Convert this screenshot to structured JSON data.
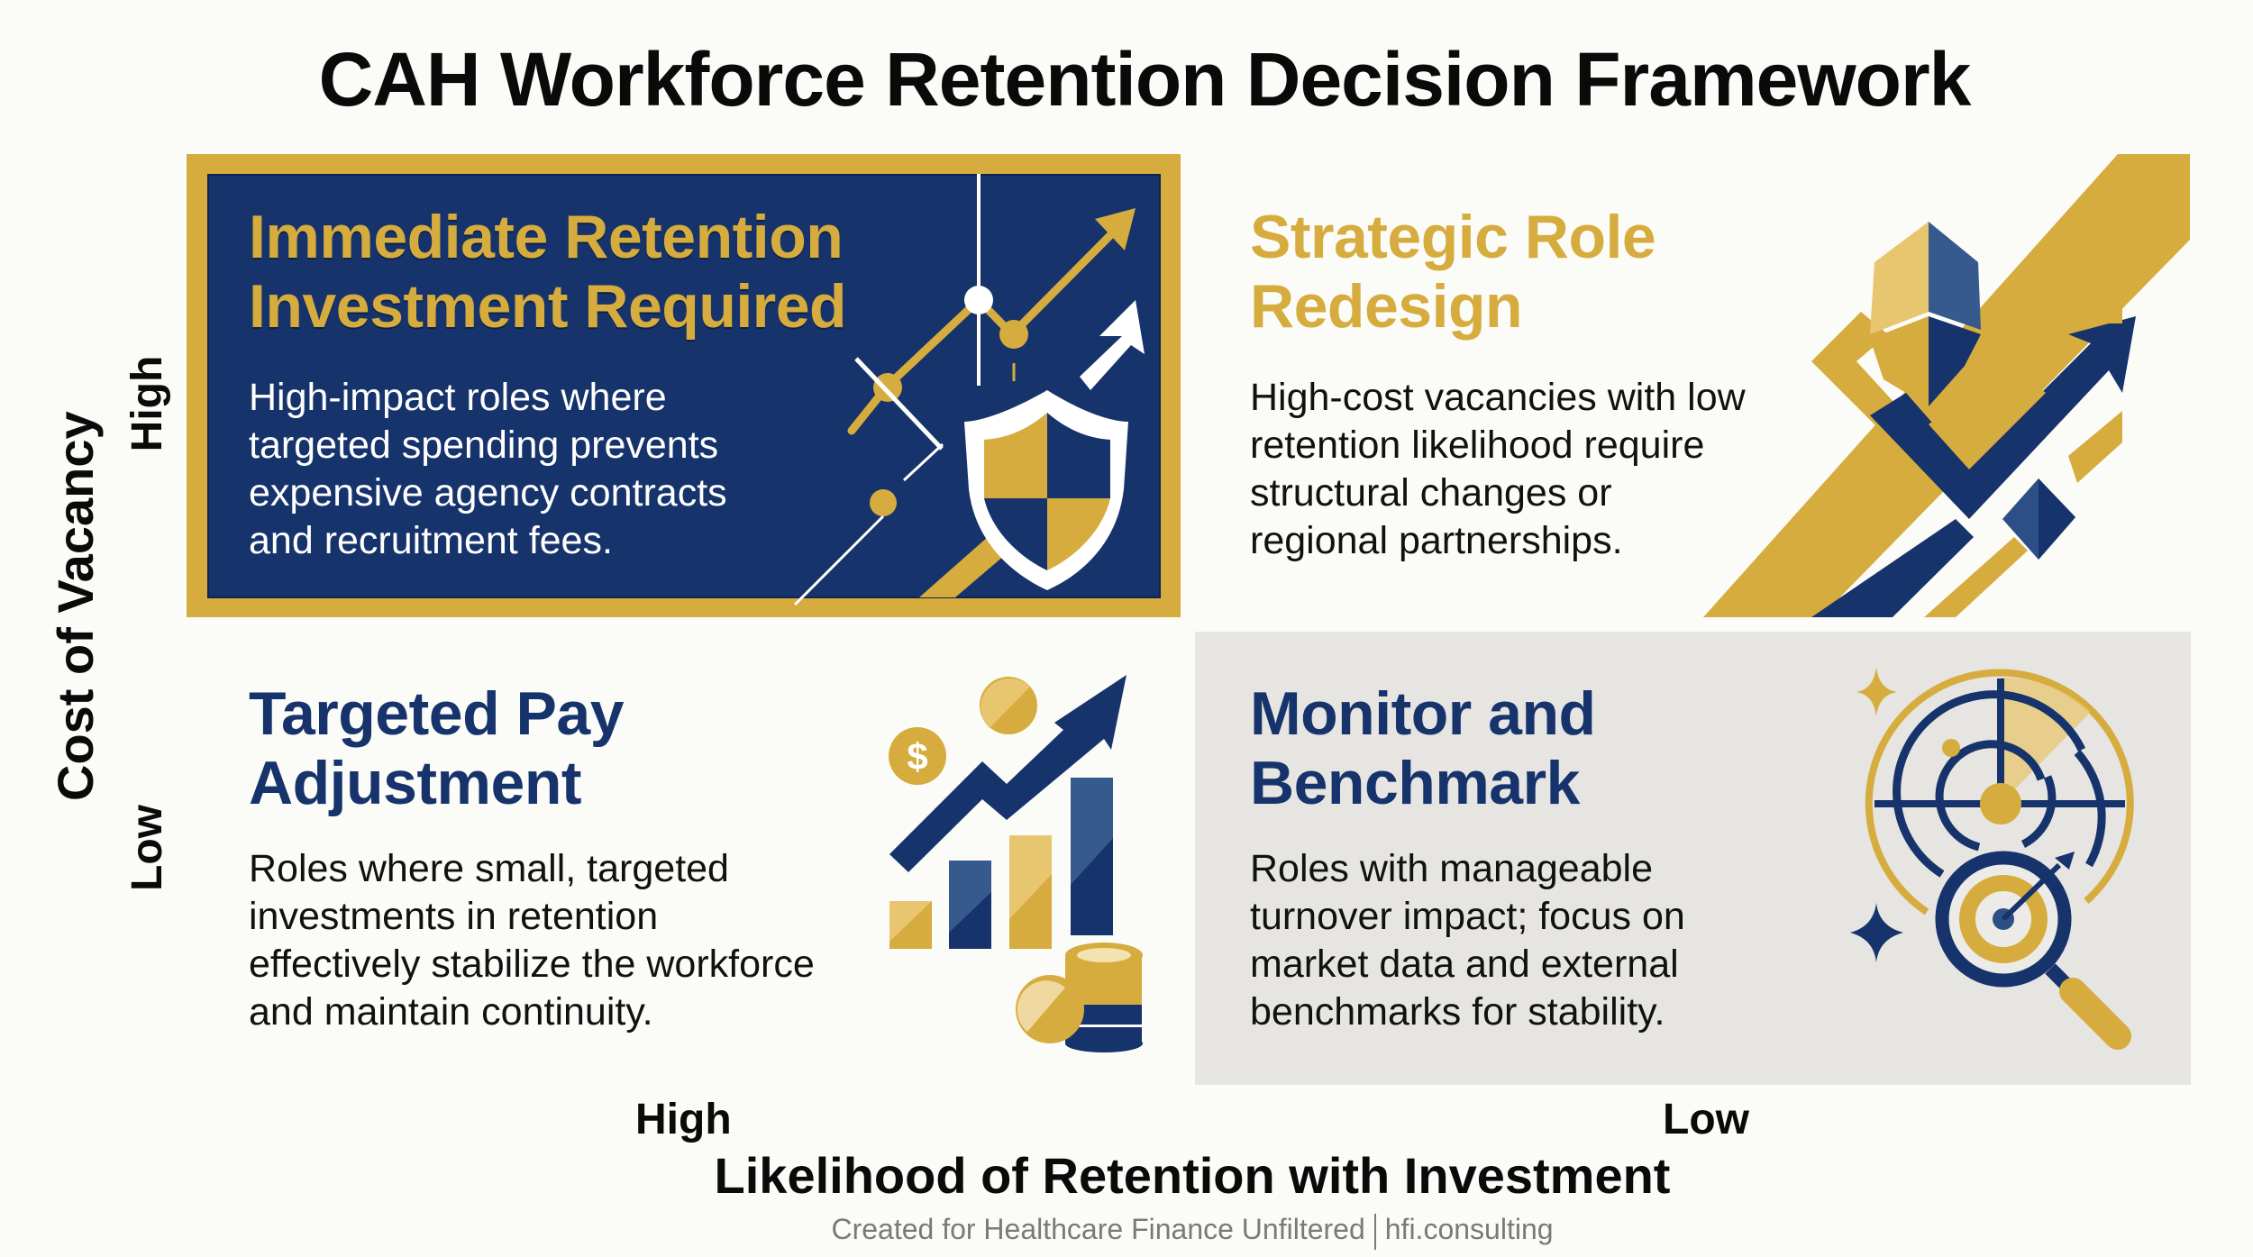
{
  "title": "CAH Workforce Retention Decision Framework",
  "colors": {
    "navy": "#16336B",
    "gold": "#D6AC3E",
    "panel_gray": "#E6E5E1",
    "background": "#FBFBF8"
  },
  "y_axis": {
    "label": "Cost of Vacancy",
    "high": "High",
    "low": "Low"
  },
  "x_axis": {
    "label": "Likelihood of Retention with Investment",
    "high": "High",
    "low": "Low"
  },
  "quadrants": [
    {
      "position": "top-left",
      "heading_lines": [
        "Immediate Retention",
        "Investment Required"
      ],
      "body_lines": [
        "High-impact roles where",
        "targeted spending prevents",
        "expensive agency contracts",
        "and recruitment fees."
      ],
      "icon": "shield-growth-chart-icon"
    },
    {
      "position": "top-right",
      "heading_lines": [
        "Strategic Role",
        "Redesign"
      ],
      "body_lines": [
        "High-cost vacancies with low",
        "retention likelihood require",
        "structural changes or",
        "regional partnerships."
      ],
      "icon": "geometric-arrow-redesign-icon"
    },
    {
      "position": "bottom-left",
      "heading_lines": [
        "Targeted Pay",
        "Adjustment"
      ],
      "body_lines": [
        "Roles where small, targeted",
        "investments in retention",
        "effectively stabilize the workforce",
        "and maintain continuity."
      ],
      "icon": "bar-chart-coins-icon"
    },
    {
      "position": "bottom-right",
      "heading_lines": [
        "Monitor and",
        "Benchmark"
      ],
      "body_lines": [
        "Roles with manageable",
        "turnover impact; focus on",
        "market data and external",
        "benchmarks for stability."
      ],
      "icon": "radar-magnifier-target-icon"
    }
  ],
  "footer": {
    "left": "Created for Healthcare Finance Unfiltered",
    "right": "hfi.consulting"
  }
}
